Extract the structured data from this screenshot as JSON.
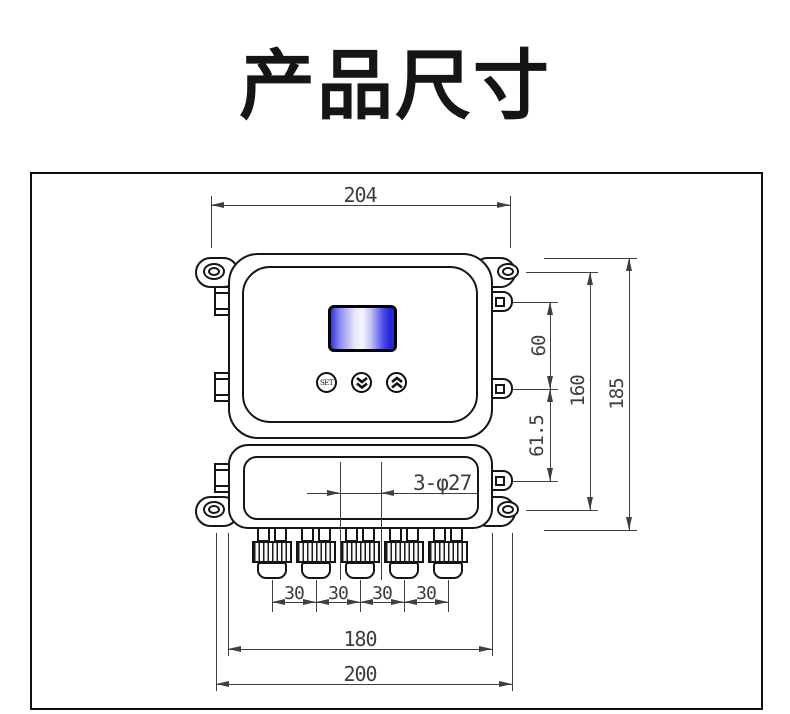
{
  "title": "产品尺寸",
  "device": {
    "type": "wall-mount-controller-front-view",
    "buttons": {
      "set_label": "SET",
      "down_icon": "double-chevron-down",
      "up_icon": "double-chevron-up"
    },
    "screen_color": "#2a2ae2",
    "line_color": "#3f3f3f",
    "outline_color": "#161616"
  },
  "dimensions": {
    "top_width": "204",
    "right": {
      "upper_gap": "60",
      "lower_gap": "61.5",
      "mount_span": "160",
      "overall_height": "185"
    },
    "bottom": {
      "gland_spacing": [
        "30",
        "30",
        "30",
        "30"
      ],
      "inner_width": "180",
      "overall_width": "200"
    },
    "hole_callout": "3-φ27"
  }
}
